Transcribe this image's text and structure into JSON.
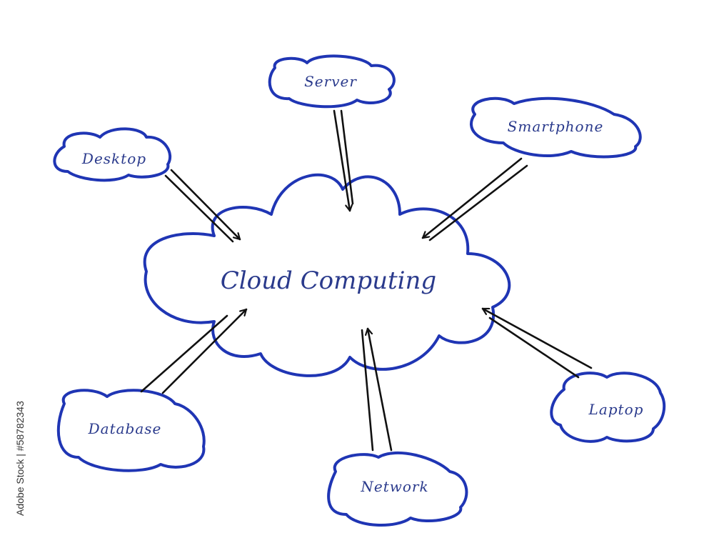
{
  "diagram": {
    "center": {
      "label": "Cloud Computing"
    },
    "nodes": [
      {
        "id": "server",
        "label": "Server",
        "direction": "to-center"
      },
      {
        "id": "smartphone",
        "label": "Smartphone",
        "direction": "to-center"
      },
      {
        "id": "desktop",
        "label": "Desktop",
        "direction": "to-center"
      },
      {
        "id": "database",
        "label": "Database",
        "direction": "to-center"
      },
      {
        "id": "network",
        "label": "Network",
        "direction": "to-center"
      },
      {
        "id": "laptop",
        "label": "Laptop",
        "direction": "to-center"
      }
    ],
    "colors": {
      "outline": "#1f35b4",
      "text": "#2a3a8c",
      "arrow": "#111111"
    }
  },
  "watermark": {
    "stock_id": "Adobe Stock | #58782343"
  }
}
